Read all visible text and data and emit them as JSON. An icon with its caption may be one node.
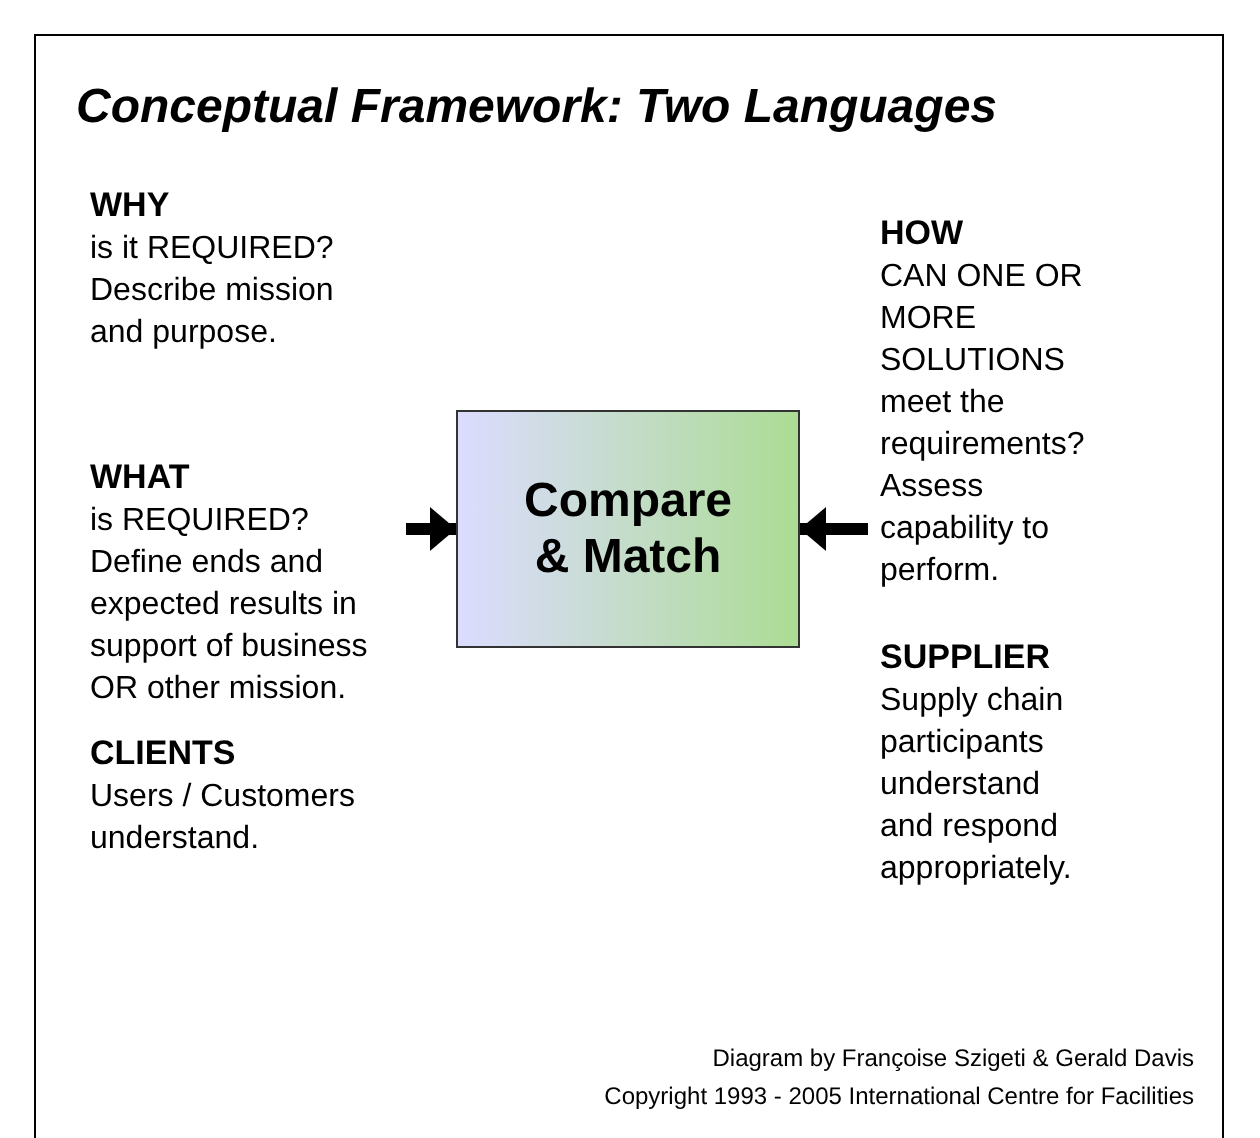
{
  "diagram": {
    "title": "Conceptual Framework: Two Languages",
    "nodes": [
      {
        "text": [
          "WHY",
          "is it REQUIRED? Describe mission and purpose."
        ]
      },
      {
        "text": [
          "HOW",
          "CAN ONE OR MORE SOLUTIONS meet the requirements? Assess capability to perform."
        ]
      },
      {
        "text": [
          "WHAT",
          "is REQUIRED? Define ends and expected results in support of business OR other mission."
        ]
      },
      {
        "text": [
          "Compare & Match"
        ]
      },
      {
        "text": [
          "SUPPLIER",
          "Supply chain participants understand and respond appropriately."
        ]
      },
      {
        "text": [
          "CLIENTS",
          "Users / Customers understand."
        ]
      }
    ],
    "edges": [
      {
        "from": 2,
        "to": 3,
        "arrow": "to"
      },
      {
        "from": 1,
        "to": 3,
        "arrow": "to"
      }
    ],
    "labels": [
      "Diagram by Françoise Szigeti & Gerald Davis",
      "Copyright 1993 - 2005 International Centre for Facilities"
    ]
  }
}
